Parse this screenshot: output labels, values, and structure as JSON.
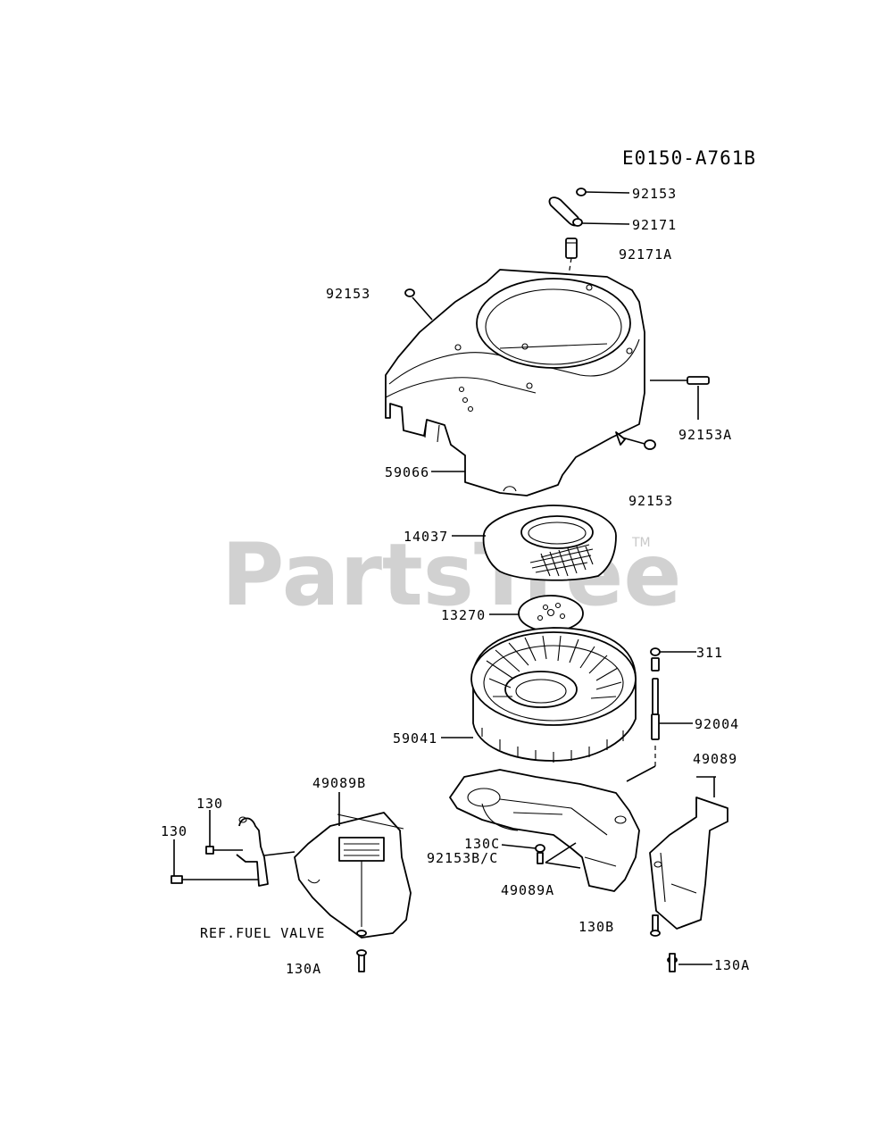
{
  "diagram_id": "E0150-A761B",
  "watermark": {
    "text": "PartsTree",
    "trademark": "TM"
  },
  "labels": {
    "p92153_top": "92153",
    "p92171": "92171",
    "p92171A": "92171A",
    "p92153_left": "92153",
    "p92153A": "92153A",
    "p59066": "59066",
    "p92153_mid": "92153",
    "p14037": "14037",
    "p13270": "13270",
    "p311": "311",
    "p59041": "59041",
    "p92004": "92004",
    "p49089": "49089",
    "p49089B": "49089B",
    "p130_a": "130",
    "p130_b": "130",
    "p130C": "130C",
    "p92153BC": "92153B/C",
    "p49089A": "49089A",
    "p130B": "130B",
    "ref_fuel_valve": "REF.FUEL VALVE",
    "p130A_left": "130A",
    "p130A_right": "130A"
  }
}
